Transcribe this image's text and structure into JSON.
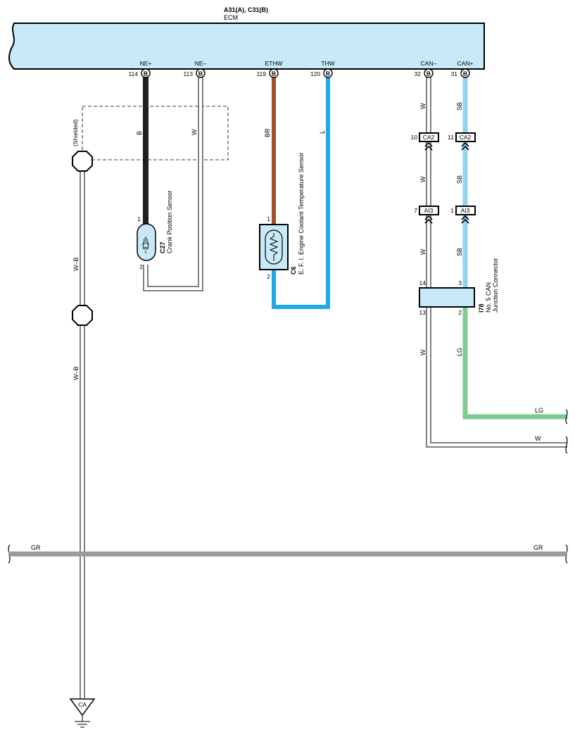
{
  "ecm": {
    "connector": "A31(A), C31(B)",
    "name": "ECM"
  },
  "ecm_pins": [
    {
      "signal": "NE+",
      "num": "114",
      "conn": "B"
    },
    {
      "signal": "NE–",
      "num": "113",
      "conn": "B"
    },
    {
      "signal": "ETHW",
      "num": "119",
      "conn": "B"
    },
    {
      "signal": "THW",
      "num": "120",
      "conn": "B"
    },
    {
      "signal": "CAN–",
      "num": "32",
      "conn": "B"
    },
    {
      "signal": "CAN+",
      "num": "31",
      "conn": "B"
    }
  ],
  "shielded": "(Shielded)",
  "wire_colors": {
    "ne_plus": "B",
    "ne_minus": "W",
    "ethw": "BR",
    "thw": "L",
    "can_minus_1": "W",
    "can_plus_1": "SB",
    "can_minus_2": "W",
    "can_plus_2": "SB",
    "can_minus_3": "W",
    "can_plus_3": "SB",
    "can_minus_4": "W",
    "can_plus_4": "LG",
    "shield_1": "W–B",
    "shield_2": "W–B",
    "out_lg": "LG",
    "out_w": "W",
    "gr_left": "GR",
    "gr_right": "GR"
  },
  "crank_sensor": {
    "code": "C27",
    "name": "Crank Position Sensor",
    "pin_top": "1",
    "pin_bottom": "2"
  },
  "coolant_sensor": {
    "code": "C6",
    "name": "E. F. I.  Engine Coolant Temperature Sensor",
    "pin_top": "1",
    "pin_bottom": "2"
  },
  "ca2": {
    "label": "CA2",
    "pin_left": "10",
    "pin_right": "11"
  },
  "ai3": {
    "label": "AI3",
    "pin_left": "7",
    "pin_right": "1"
  },
  "junction": {
    "code": "I78",
    "line1": "No. 5 CAN",
    "line2": "Junction Connector",
    "pin_tl": "14",
    "pin_tr": "3",
    "pin_bl": "13",
    "pin_br": "2"
  },
  "ground": {
    "label": "CA"
  },
  "colors": {
    "ecm_fill": "#c7e9f8",
    "black_wire": "#231f20",
    "brown_wire": "#a0522d",
    "blue_wire": "#1eaaea",
    "sb_wire": "#8fd3f0",
    "lg_wire": "#7ccb93",
    "gr_wire": "#9a9a9a"
  }
}
